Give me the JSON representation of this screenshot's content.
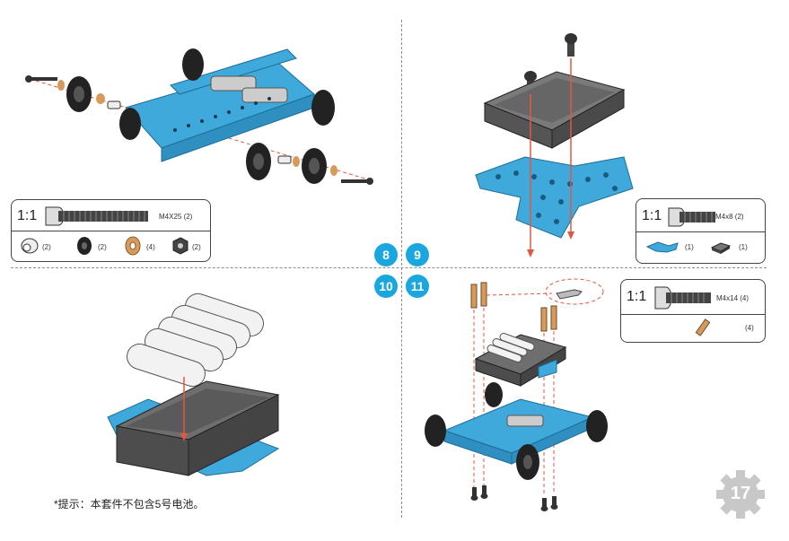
{
  "steps": [
    "8",
    "9",
    "10",
    "11"
  ],
  "step8_parts": {
    "scale": "1:1",
    "screw_label": "M4X25 (2)",
    "counts": [
      "(2)",
      "(2)",
      "(4)",
      "(2)"
    ]
  },
  "step9_parts": {
    "scale": "1:1",
    "screw_label": "M4x8 (2)",
    "counts": [
      "(1)",
      "(1)"
    ]
  },
  "step11_parts": {
    "scale": "1:1",
    "screw_label": "M4x14 (4)",
    "count": "(4)"
  },
  "note": "*提示：本套件不包含5号电池。",
  "page_number": "17",
  "colors": {
    "accent": "#1aa7e0",
    "frame_blue": "#3fa9dc",
    "box_gray": "#5a5a5a",
    "arrow_red": "#e2583e"
  }
}
